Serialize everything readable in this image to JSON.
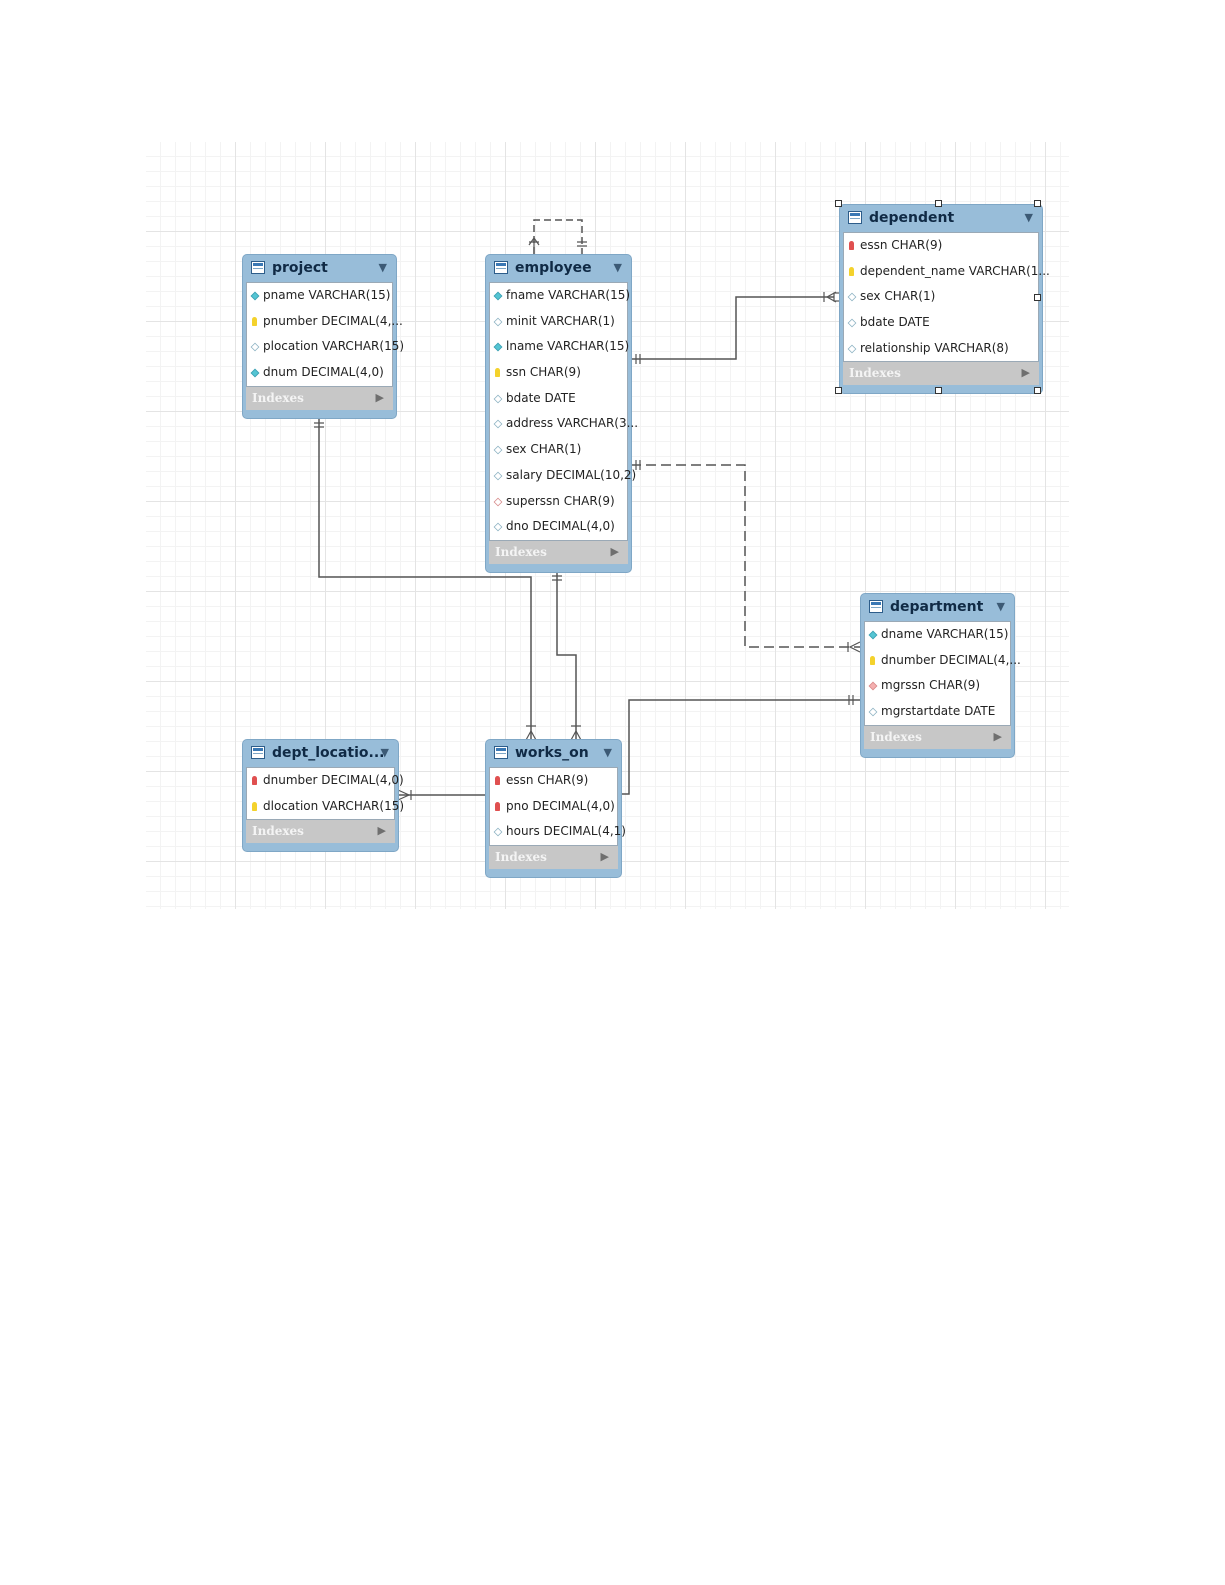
{
  "tables": [
    {
      "id": "project",
      "title": "project",
      "columns": [
        {
          "text": "pname VARCHAR(15)",
          "icon": "diamond-filled-icon"
        },
        {
          "text": "pnumber DECIMAL(4,...",
          "icon": "primary-key-icon"
        },
        {
          "text": "plocation VARCHAR(15)",
          "icon": "diamond-open-icon"
        },
        {
          "text": "dnum DECIMAL(4,0)",
          "icon": "diamond-filled-icon"
        }
      ],
      "indexes_label": "Indexes"
    },
    {
      "id": "employee",
      "title": "employee",
      "columns": [
        {
          "text": "fname VARCHAR(15)",
          "icon": "diamond-filled-icon"
        },
        {
          "text": "minit VARCHAR(1)",
          "icon": "diamond-open-icon"
        },
        {
          "text": "lname VARCHAR(15)",
          "icon": "diamond-filled-icon"
        },
        {
          "text": "ssn CHAR(9)",
          "icon": "primary-key-icon"
        },
        {
          "text": "bdate DATE",
          "icon": "diamond-open-icon"
        },
        {
          "text": "address VARCHAR(3...",
          "icon": "diamond-open-icon"
        },
        {
          "text": "sex CHAR(1)",
          "icon": "diamond-open-icon"
        },
        {
          "text": "salary DECIMAL(10,2)",
          "icon": "diamond-open-icon"
        },
        {
          "text": "superssn CHAR(9)",
          "icon": "foreign-key-open-icon"
        },
        {
          "text": "dno DECIMAL(4,0)",
          "icon": "diamond-open-icon"
        }
      ],
      "indexes_label": "Indexes"
    },
    {
      "id": "dependent",
      "title": "dependent",
      "columns": [
        {
          "text": "essn CHAR(9)",
          "icon": "foreign-primary-key-icon"
        },
        {
          "text": "dependent_name VARCHAR(1...",
          "icon": "primary-key-icon"
        },
        {
          "text": "sex CHAR(1)",
          "icon": "diamond-open-icon"
        },
        {
          "text": "bdate DATE",
          "icon": "diamond-open-icon"
        },
        {
          "text": "relationship VARCHAR(8)",
          "icon": "diamond-open-icon"
        }
      ],
      "indexes_label": "Indexes",
      "selected": true
    },
    {
      "id": "department",
      "title": "department",
      "columns": [
        {
          "text": "dname VARCHAR(15)",
          "icon": "diamond-filled-icon"
        },
        {
          "text": "dnumber DECIMAL(4,...",
          "icon": "primary-key-icon"
        },
        {
          "text": "mgrssn CHAR(9)",
          "icon": "foreign-key-icon"
        },
        {
          "text": "mgrstartdate DATE",
          "icon": "diamond-open-icon"
        }
      ],
      "indexes_label": "Indexes"
    },
    {
      "id": "dept_locations",
      "title": "dept_locatio...",
      "columns": [
        {
          "text": "dnumber DECIMAL(4,0)",
          "icon": "foreign-primary-key-icon"
        },
        {
          "text": "dlocation VARCHAR(15)",
          "icon": "primary-key-icon"
        }
      ],
      "indexes_label": "Indexes"
    },
    {
      "id": "works_on",
      "title": "works_on",
      "columns": [
        {
          "text": "essn CHAR(9)",
          "icon": "foreign-primary-key-icon"
        },
        {
          "text": "pno DECIMAL(4,0)",
          "icon": "foreign-primary-key-icon"
        },
        {
          "text": "hours DECIMAL(4,1)",
          "icon": "diamond-open-icon"
        }
      ],
      "indexes_label": "Indexes"
    }
  ],
  "relationships": [
    {
      "from": "employee",
      "to": "employee",
      "style": "dashed"
    },
    {
      "from": "employee",
      "to": "dependent",
      "style": "solid"
    },
    {
      "from": "employee",
      "to": "department",
      "style": "dashed"
    },
    {
      "from": "project",
      "to": "works_on",
      "style": "solid"
    },
    {
      "from": "employee",
      "to": "works_on",
      "style": "solid"
    },
    {
      "from": "department",
      "to": "works_on",
      "style": "solid"
    },
    {
      "from": "dept_locations",
      "to": "works_on",
      "style": "solid"
    }
  ],
  "colors": {
    "table_header": "#98bdd9",
    "indexes_bar": "#c7c7c7",
    "relationship_line": "#555555"
  }
}
